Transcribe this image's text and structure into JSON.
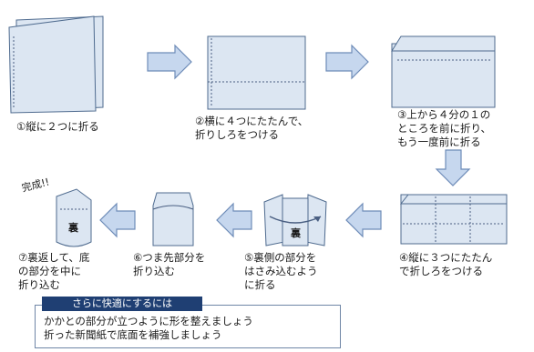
{
  "steps": [
    {
      "text": "①縦に２つに折る"
    },
    {
      "text": "②横に４つにたたんで、\n折りしろをつける"
    },
    {
      "text": "③上から４分の１の\nところを前に折り、\nもう一度前に折る"
    },
    {
      "text": "④縦に３つにたたん\nで折しろをつける"
    },
    {
      "text": "⑤裏側の部分を\nはさみ込むよう\nに折る"
    },
    {
      "text": "⑥つま先部分を\n折り込む"
    },
    {
      "text": "⑦裏返して、底\nの部分を中に\n折り込む"
    }
  ],
  "labels": {
    "done": "完成!!",
    "back_side_step5": "裏",
    "back_side_final": "裏"
  },
  "tips": {
    "title": "さらに快適にするには",
    "lines": [
      "かかとの部分が立つように形を整えましょう",
      "折った新聞紙で底面を補強しましょう"
    ]
  },
  "colors": {
    "paper_fill": "#dce6f2",
    "paper_stroke": "#4f6b8f",
    "arrow_fill": "#c6d7ee",
    "arrow_stroke": "#6e8cb8",
    "fold_line": "#4a5f82",
    "tip_title_bg": "#1f3f73"
  }
}
